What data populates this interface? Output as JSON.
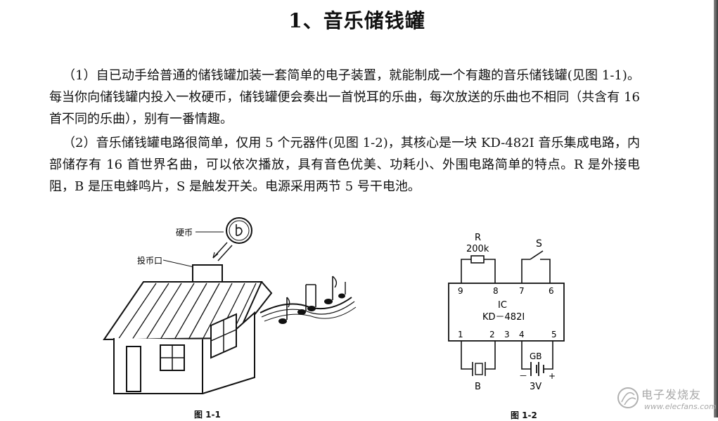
{
  "document": {
    "title": "1、音乐储钱罐",
    "paragraphs": [
      "（1）自已动手给普通的储钱罐加装一套简单的电子装置，就能制成一个有趣的音乐储钱罐(见图 1-1)。每当你向储钱罐内投入一枚硬币，储钱罐便会奏出一首悦耳的乐曲，每次放送的乐曲也不相同（共含有 16 首不同的乐曲），别有一番情趣。",
      "（2）音乐储钱罐电路很简单，仅用 5 个元器件(见图 1-2)，其核心是一块 KD-482I 音乐集成电路，内部储存有 16 首世界名曲，可以依次播放，具有音色优美、功耗小、外围电路简单的特点。R 是外接电阻，B 是压电蜂鸣片，S 是触发开关。电源采用两节 5 号干电池。"
    ]
  },
  "figure1": {
    "caption": "图 1-1",
    "label_coin": "硬币",
    "label_slot": "投币口"
  },
  "figure2": {
    "caption": "图 1-2",
    "r_label": "R",
    "r_value": "200k",
    "s_label": "S",
    "ic_label": "IC",
    "ic_model": "KD－482I",
    "pins_top": [
      "9",
      "8",
      "7",
      "6"
    ],
    "pins_bottom": [
      "1",
      "2",
      "3",
      "4",
      "5"
    ],
    "gb_label": "GB",
    "b_label": "B",
    "voltage": "3V",
    "minus": "－",
    "plus": "+"
  },
  "watermark": {
    "text": "电子发烧友",
    "url": "www.elecfans.com"
  }
}
